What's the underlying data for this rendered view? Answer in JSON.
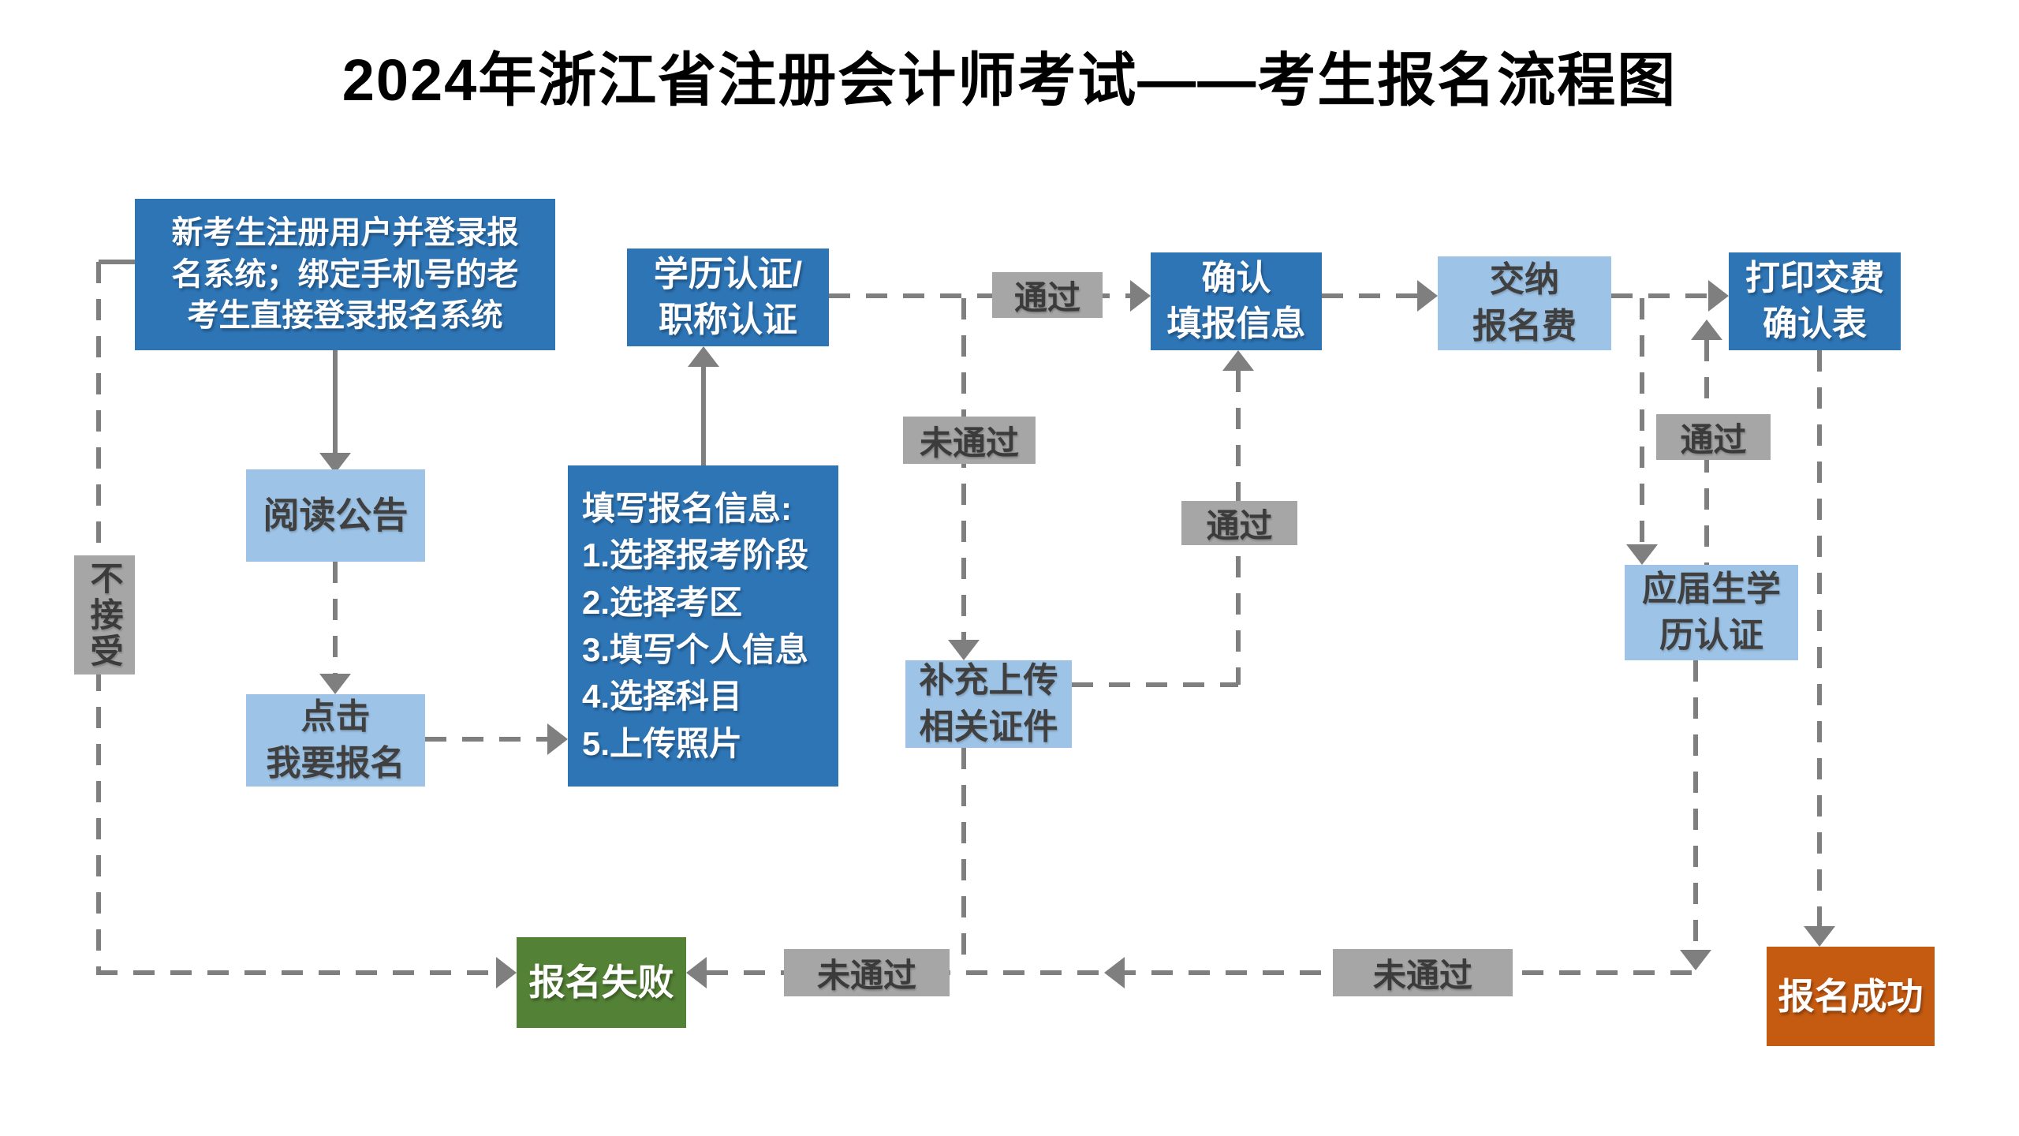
{
  "title": "2024年浙江省注册会计师考试——考生报名流程图",
  "nodes": {
    "start": {
      "label": "新考生注册用户并登录报\n名系统；绑定手机号的老\n考生直接登录报名系统"
    },
    "read_notice": {
      "label": "阅读公告"
    },
    "click_register": {
      "label": "点击\n我要报名"
    },
    "fill_info": {
      "label": "填写报名信息:\n1.选择报考阶段\n2.选择考区\n3.填写个人信息\n4.选择科目\n5.上传照片"
    },
    "edu_cert": {
      "label": "学历认证/\n职称认证"
    },
    "confirm_info": {
      "label": "确认\n填报信息"
    },
    "pay_fee": {
      "label": "交纳\n报名费"
    },
    "print_confirm": {
      "label": "打印交费\n确认表"
    },
    "fresh_grad_cert": {
      "label": "应届生学\n历认证"
    },
    "supplement_upload": {
      "label": "补充上传\n相关证件"
    },
    "fail": {
      "label": "报名失败"
    },
    "success": {
      "label": "报名成功"
    }
  },
  "edge_labels": {
    "pass_1": "通过",
    "pass_2": "通过",
    "pass_3": "通过",
    "not_pass_1": "未通过",
    "not_pass_2": "未通过",
    "not_pass_3": "未通过",
    "not_accept": "不接受"
  },
  "colors": {
    "dark_blue": "#2E75B6",
    "light_blue": "#9DC3E6",
    "label_gray": "#A6A6A6",
    "line_gray": "#7F7F7F",
    "fail_green": "#538135",
    "success_orange": "#C55A11"
  }
}
